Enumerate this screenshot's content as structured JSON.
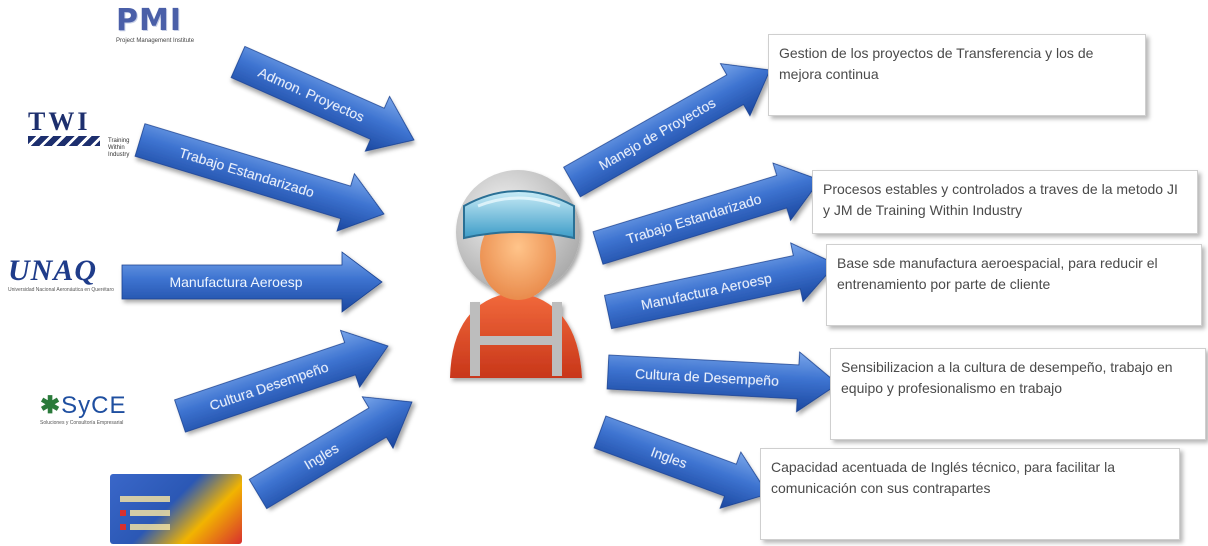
{
  "inputs": [
    {
      "logo": "PMI",
      "logo_sub": "Project Management Institute",
      "label": "Admon. Proyectos"
    },
    {
      "logo": "TWI",
      "logo_sub": "Training Within Industry",
      "label": "Trabajo Estandarizado"
    },
    {
      "logo": "UNAQ",
      "logo_sub": "Universidad Nacional Aeronáutica en Querétaro",
      "label": "Manufactura Aeroesp"
    },
    {
      "logo": "SyCE",
      "logo_sub": "Soluciones y Consultoría Empresarial",
      "label": "Cultura Desempeño"
    },
    {
      "logo": "card",
      "logo_sub": "",
      "label": "Ingles"
    }
  ],
  "outputs": [
    {
      "label": "Manejo de Proyectos",
      "box": "Gestion de los proyectos de Transferencia y los de mejora continua"
    },
    {
      "label": "Trabajo Estandarizado",
      "box": "Procesos estables y controlados a traves de la metodo JI y JM de Training Within Industry"
    },
    {
      "label": "Manufactura Aeroesp",
      "box": "Base sde manufactura aeroespacial, para reducir el entrenamiento por parte de cliente"
    },
    {
      "label": "Cultura de Desempeño",
      "box": "Sensibilizacion a la cultura de desempeño, trabajo en equipo y profesionalismo en trabajo"
    },
    {
      "label": "Ingles",
      "box": "Capacidad acentuada de Inglés técnico, para facilitar la comunicación con sus contrapartes"
    }
  ],
  "colors": {
    "arrow_light": "#5b8fe0",
    "arrow_dark": "#1e4da8",
    "box_text": "#4a4a4a",
    "helmet": "#c8c8c8",
    "visor": "#5fb6d8",
    "face": "#f2a062",
    "jacket": "#e24a24"
  },
  "icons": {
    "center": "pilot-avatar-icon"
  }
}
